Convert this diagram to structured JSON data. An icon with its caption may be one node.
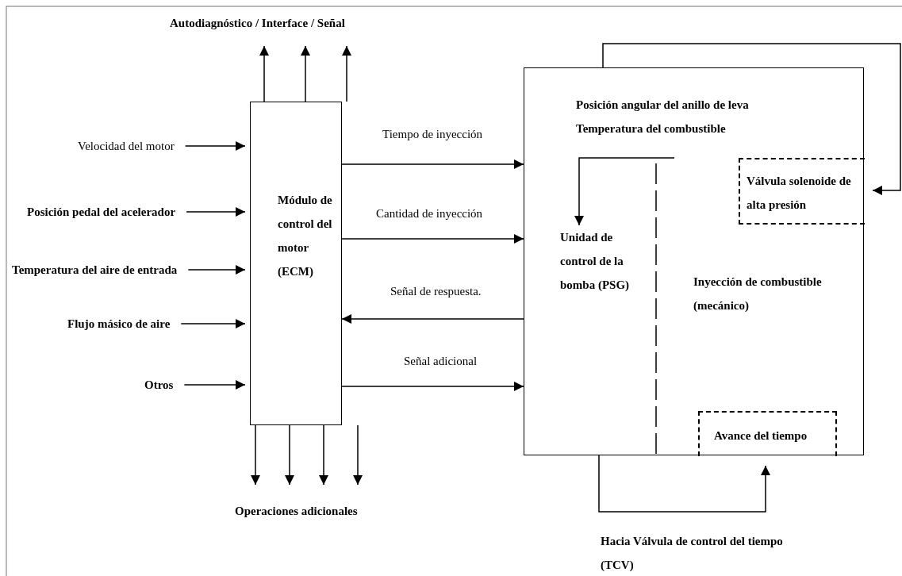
{
  "diagram": {
    "nodes": [
      {
        "text": [
          "Módulo de control del motor (ECM)"
        ]
      },
      {
        "text": [
          "Autodiagnóstico / Interface / Señal"
        ]
      },
      {
        "text": [
          "Velocidad del motor"
        ]
      },
      {
        "text": [
          "Posición pedal del acelerador"
        ]
      },
      {
        "text": [
          "Temperatura del aire de entrada"
        ]
      },
      {
        "text": [
          "Flujo másico de aire"
        ]
      },
      {
        "text": [
          "Otros"
        ]
      },
      {
        "text": [
          "Operaciones adicionales"
        ]
      },
      {
        "text": [
          "Inyección de combustible (mecánico)"
        ]
      },
      {
        "text": [
          "Posición angular del anillo de leva Temperatura del combustible"
        ],
        "in": 8
      },
      {
        "text": [
          "Unidad de control de la bomba (PSG)"
        ],
        "in": 8
      },
      {
        "text": [
          "Válvula solenoide de alta presión"
        ],
        "in": 8
      },
      {
        "text": [
          "Avance del tiempo"
        ],
        "in": 8
      },
      {
        "text": [
          "Hacia Válvula de control del tiempo (TCV)"
        ]
      }
    ],
    "edges": [
      {
        "from": 0,
        "to": 1,
        "arrow": "to"
      },
      {
        "from": 0,
        "to": 1,
        "arrow": "to"
      },
      {
        "from": 0,
        "to": 1,
        "arrow": "to"
      },
      {
        "from": 2,
        "to": 0,
        "arrow": "to"
      },
      {
        "from": 3,
        "to": 0,
        "arrow": "to"
      },
      {
        "from": 4,
        "to": 0,
        "arrow": "to"
      },
      {
        "from": 5,
        "to": 0,
        "arrow": "to"
      },
      {
        "from": 6,
        "to": 0,
        "arrow": "to"
      },
      {
        "from": 0,
        "to": 7,
        "arrow": "to"
      },
      {
        "from": 0,
        "to": 7,
        "arrow": "to"
      },
      {
        "from": 0,
        "to": 7,
        "arrow": "to"
      },
      {
        "from": 0,
        "to": 7,
        "arrow": "to"
      },
      {
        "from": 0,
        "to": 8,
        "label": "Tiempo de inyección",
        "arrow": "to"
      },
      {
        "from": 0,
        "to": 8,
        "label": "Cantidad de inyección",
        "arrow": "to"
      },
      {
        "from": 8,
        "to": 0,
        "label": "Señal de respuesta.",
        "arrow": "to"
      },
      {
        "from": 0,
        "to": 8,
        "label": "Señal adicional",
        "arrow": "to"
      },
      {
        "from": 9,
        "to": 10,
        "arrow": "to"
      },
      {
        "from": 8,
        "to": 11,
        "arrow": "to"
      },
      {
        "from": 8,
        "to": 12,
        "arrow": "to"
      }
    ]
  }
}
